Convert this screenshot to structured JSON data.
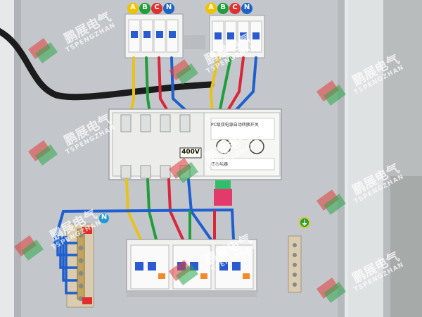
{
  "photo": {
    "subject": "electrical distribution panel"
  },
  "phase_labels": {
    "left": [
      "A",
      "B",
      "C",
      "N"
    ],
    "right": [
      "A",
      "B",
      "C",
      "N"
    ],
    "colors": {
      "A": "#f2c200",
      "B": "#1f9e3a",
      "C": "#e0312f",
      "N": "#1e63c8"
    }
  },
  "ats": {
    "voltage": "400V",
    "model_text": "PC级双电源自动转换开关",
    "brand_text": "正泰电器"
  },
  "neutral_marker": "N",
  "ground_marker": "⏚",
  "watermark": {
    "brand_cn": "鹏展电气",
    "brand_en": "TSPENGZHAN",
    "logo_colors": [
      "#e23b3b",
      "#2aa84a"
    ]
  },
  "palette": {
    "panel": "#c9cdd1",
    "cabinet_frame": "#e7e9ea",
    "din_rail": "#b9bdc0",
    "wire_yellow": "#e8c21a",
    "wire_green": "#1f9e3a",
    "wire_red": "#d8263a",
    "wire_blue": "#1e5fd0",
    "cable_black": "#1c1c1c"
  }
}
